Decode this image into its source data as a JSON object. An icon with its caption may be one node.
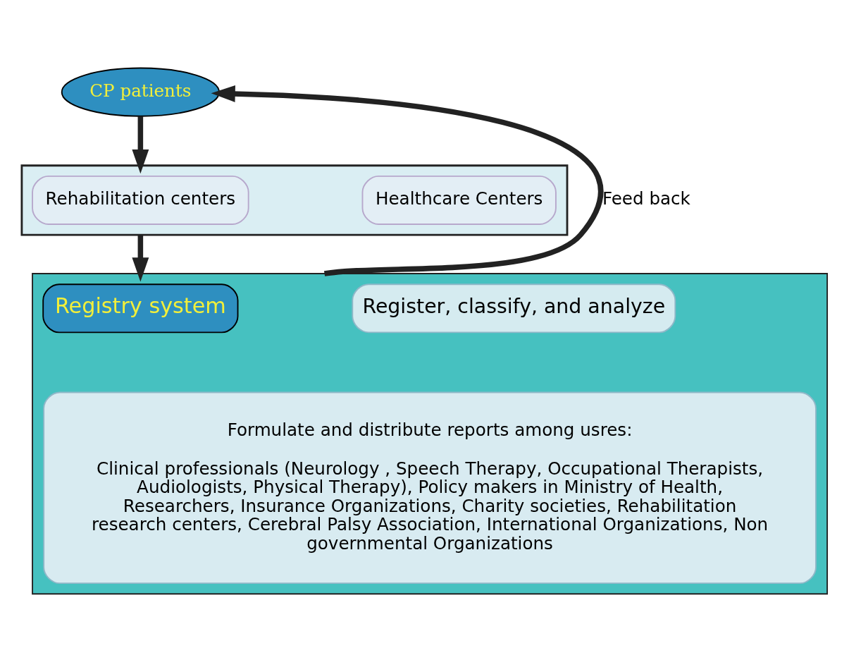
{
  "diagram": {
    "nodes": [
      {
        "text": [
          "CP patients"
        ]
      },
      {
        "text": [],
        "shape": "box"
      },
      {
        "text": [
          "Rehabilitation centers"
        ],
        "in": 1
      },
      {
        "text": [
          "Healthcare Centers"
        ],
        "in": 1
      },
      {
        "text": [],
        "shape": "box"
      },
      {
        "text": [
          "Registry system"
        ],
        "in": 4
      },
      {
        "text": [
          "Register, classify, and analyze"
        ],
        "in": 4
      },
      {
        "text": [
          "Formulate and distribute reports among usres:",
          "Clinical professionals (Neurology , Speech Therapy, Occupational Therapists, Audiologists, Physical Therapy), Policy makers in Ministry of Health, Researchers, Insurance Organizations, Charity societies, Rehabilitation research centers, Cerebral Palsy Association, International Organizations, Non governmental Organizations"
        ],
        "in": 4
      }
    ],
    "edges": [
      {
        "from": 0,
        "to": 1,
        "arrow": "to"
      },
      {
        "from": 1,
        "to": 4,
        "arrow": "to"
      },
      {
        "from": 4,
        "to": 0,
        "arrow": "to",
        "label": "Feed back"
      }
    ]
  }
}
